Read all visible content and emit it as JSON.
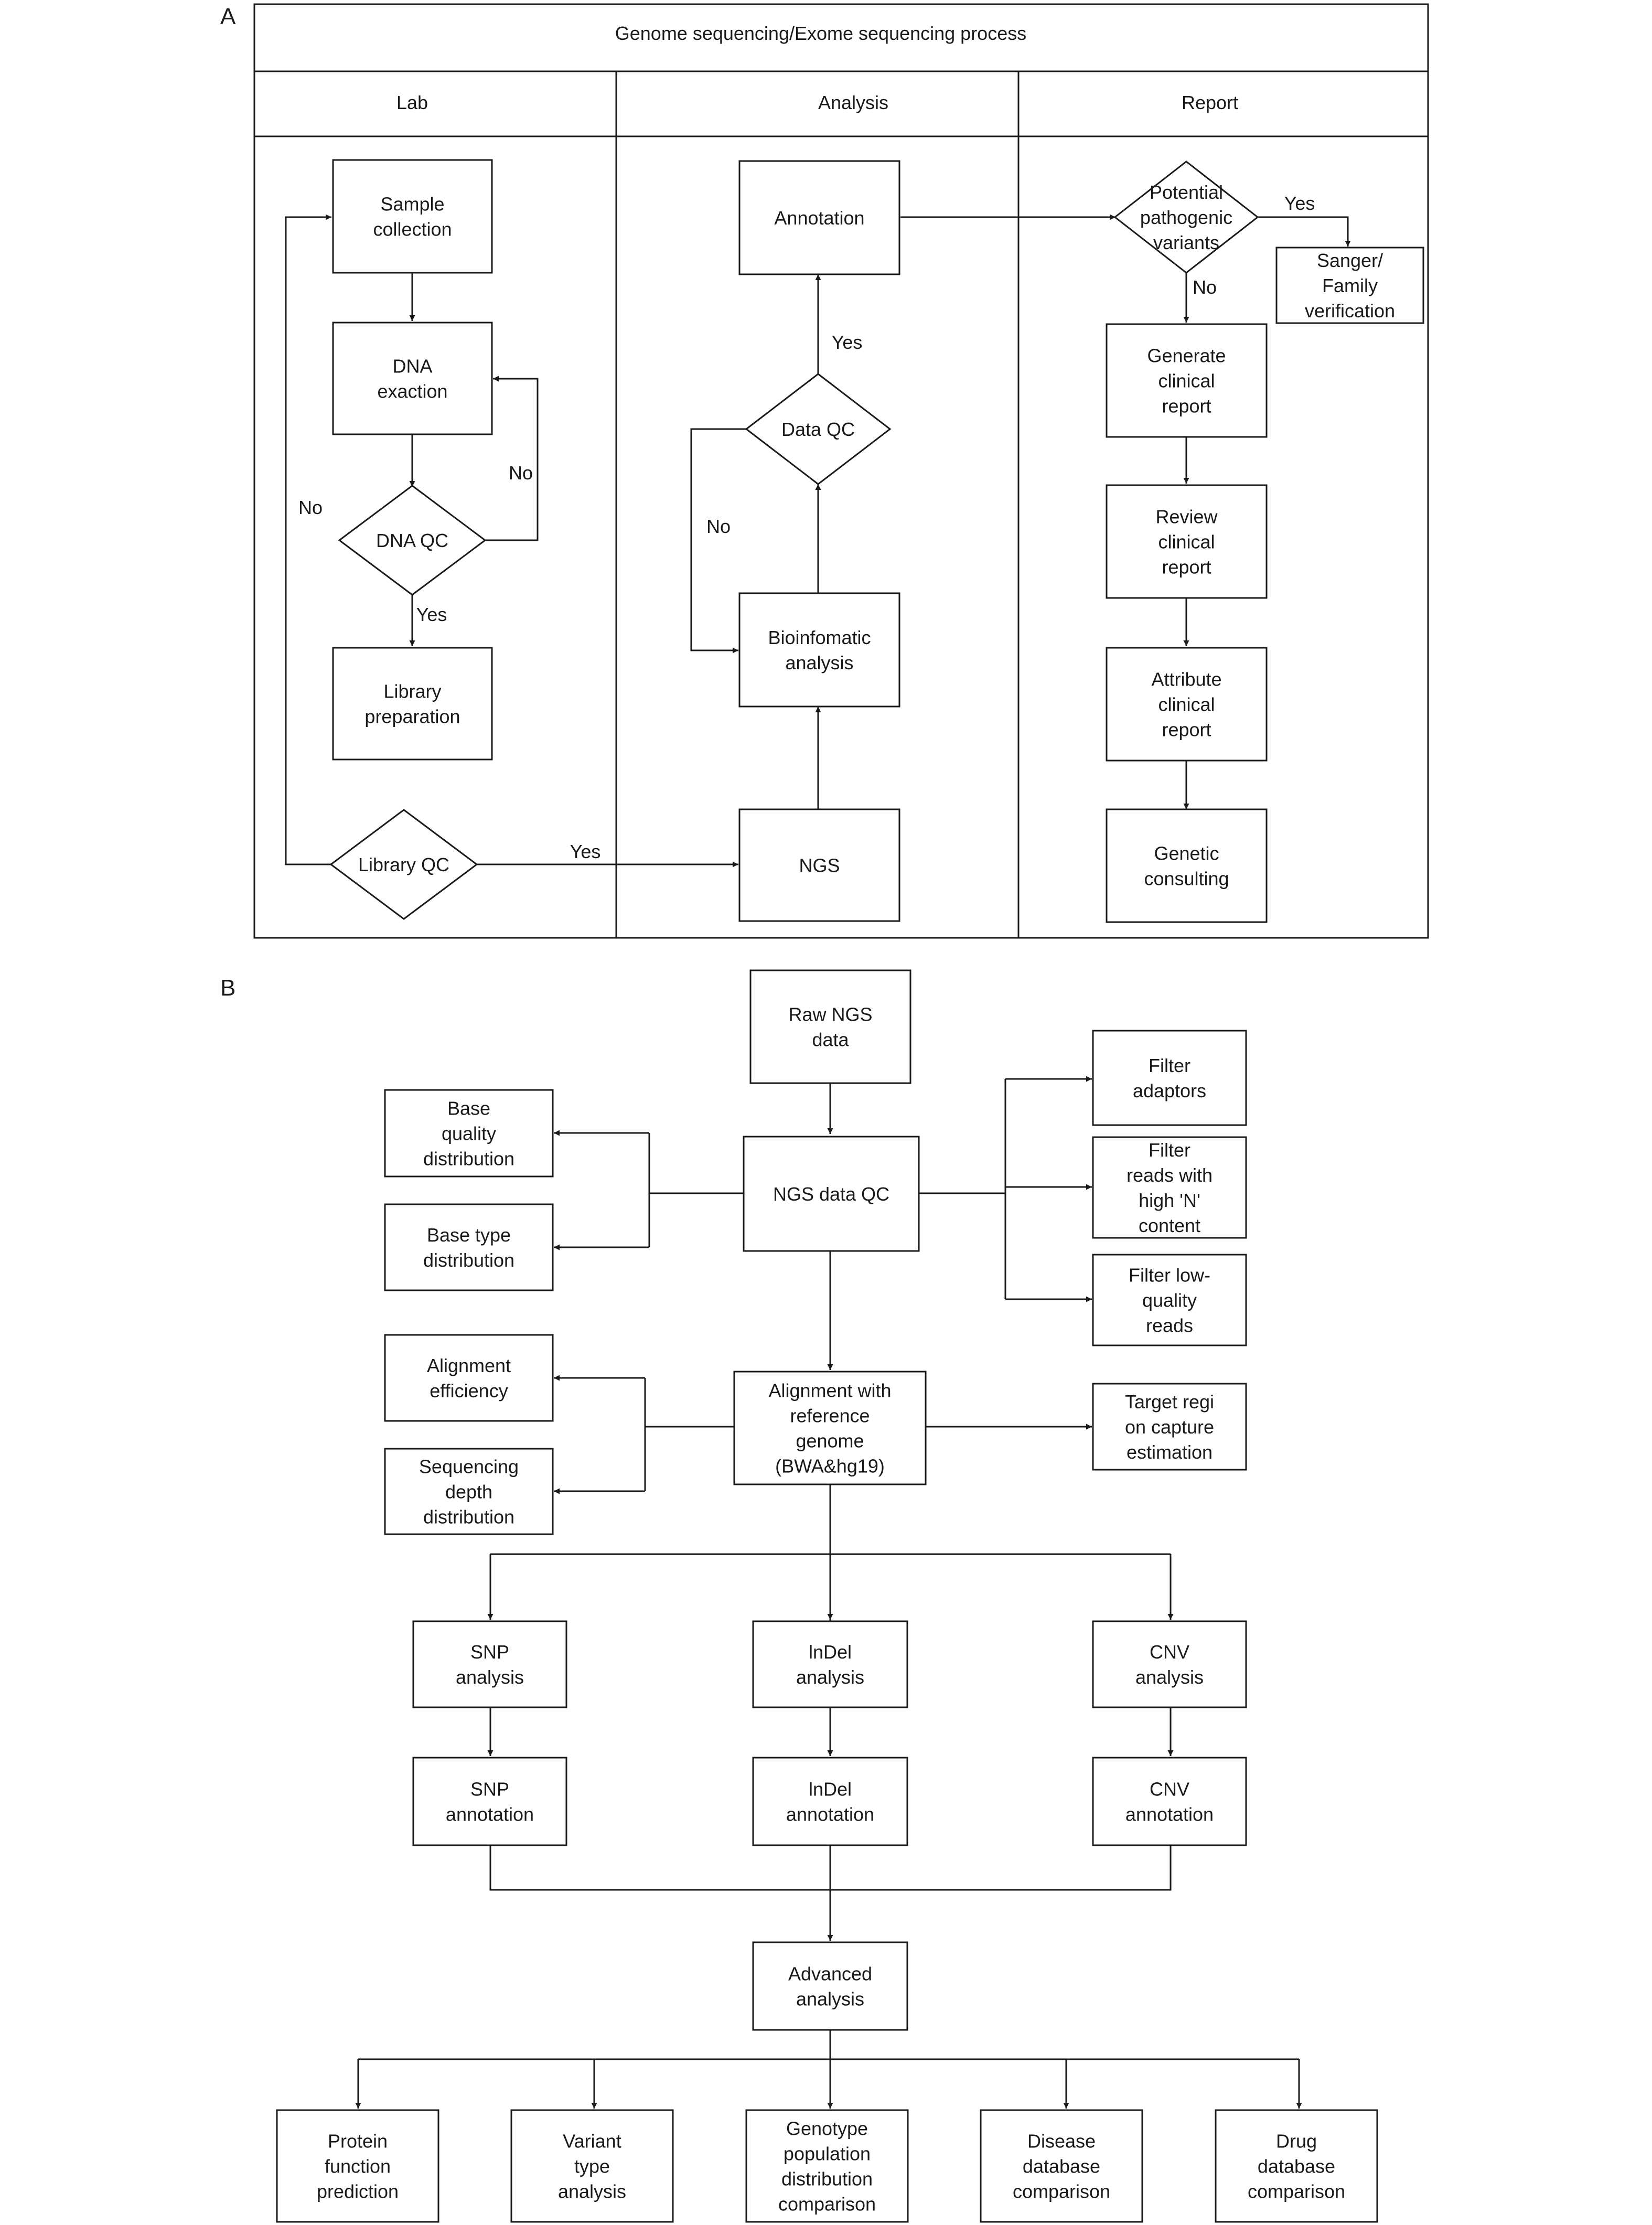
{
  "panel_a": {
    "letter": "A",
    "title": "Genome sequencing/Exome sequencing process",
    "lanes": [
      "Lab",
      "Analysis",
      "Report"
    ],
    "nodes": {
      "sample": [
        "Sample",
        "collection"
      ],
      "dna_ex": [
        "DNA",
        "exaction"
      ],
      "dna_qc": [
        "DNA QC"
      ],
      "lib_prep": [
        "Library",
        "preparation"
      ],
      "lib_qc": [
        "Library QC"
      ],
      "ngs": [
        "NGS"
      ],
      "bioinfo": [
        "Bioinfomatic",
        "analysis"
      ],
      "data_qc": [
        "Data QC"
      ],
      "annot": [
        "Annotation"
      ],
      "pot": [
        "Potential",
        "pathogenic",
        "variants"
      ],
      "sanger": [
        "Sanger/",
        "Family",
        "verification"
      ],
      "gen_rep": [
        "Generate",
        "clinical",
        "report"
      ],
      "rev_rep": [
        "Review",
        "clinical",
        "report"
      ],
      "att_rep": [
        "Attribute",
        "clinical",
        "report"
      ],
      "gen_cons": [
        "Genetic",
        "consulting"
      ]
    },
    "edge_labels": {
      "dna_no": "No",
      "lib_no": "No",
      "dna_yes": "Yes",
      "lib_yes": "Yes",
      "data_yes": "Yes",
      "data_no": "No",
      "pot_yes": "Yes",
      "pot_no": "No"
    }
  },
  "panel_b": {
    "letter": "B",
    "nodes": {
      "raw": [
        "Raw NGS",
        "data"
      ],
      "ngsqc": [
        "NGS data QC"
      ],
      "basequal": [
        "Base",
        "quality",
        "distribution"
      ],
      "basetype": [
        "Base type",
        "distribution"
      ],
      "filt_ad": [
        "Filter",
        "adaptors"
      ],
      "filt_n": [
        "Filter",
        "reads with",
        "high 'N'",
        "content"
      ],
      "filt_low": [
        "Filter low-",
        "quality",
        "reads"
      ],
      "align": [
        "Alignment with",
        "reference",
        "genome",
        "(BWA&hg19)"
      ],
      "align_eff": [
        "Alignment",
        "efficiency"
      ],
      "seq_depth": [
        "Sequencing",
        "depth",
        "distribution"
      ],
      "target": [
        "Target regi",
        "on capture",
        "estimation"
      ],
      "snp": [
        "SNP",
        "analysis"
      ],
      "indel": [
        "lnDel",
        "analysis"
      ],
      "cnv": [
        "CNV",
        "analysis"
      ],
      "snp_an": [
        "SNP",
        "annotation"
      ],
      "indel_an": [
        "lnDel",
        "annotation"
      ],
      "cnv_an": [
        "CNV",
        "annotation"
      ],
      "adv": [
        "Advanced",
        "analysis"
      ],
      "prot": [
        "Protein",
        "function",
        "prediction"
      ],
      "var": [
        "Variant",
        "type",
        "analysis"
      ],
      "geno": [
        "Genotype",
        "population",
        "distribution",
        "comparison"
      ],
      "dis": [
        "Disease",
        "database",
        "comparison"
      ],
      "drug": [
        "Drug",
        "database",
        "comparison"
      ]
    }
  }
}
